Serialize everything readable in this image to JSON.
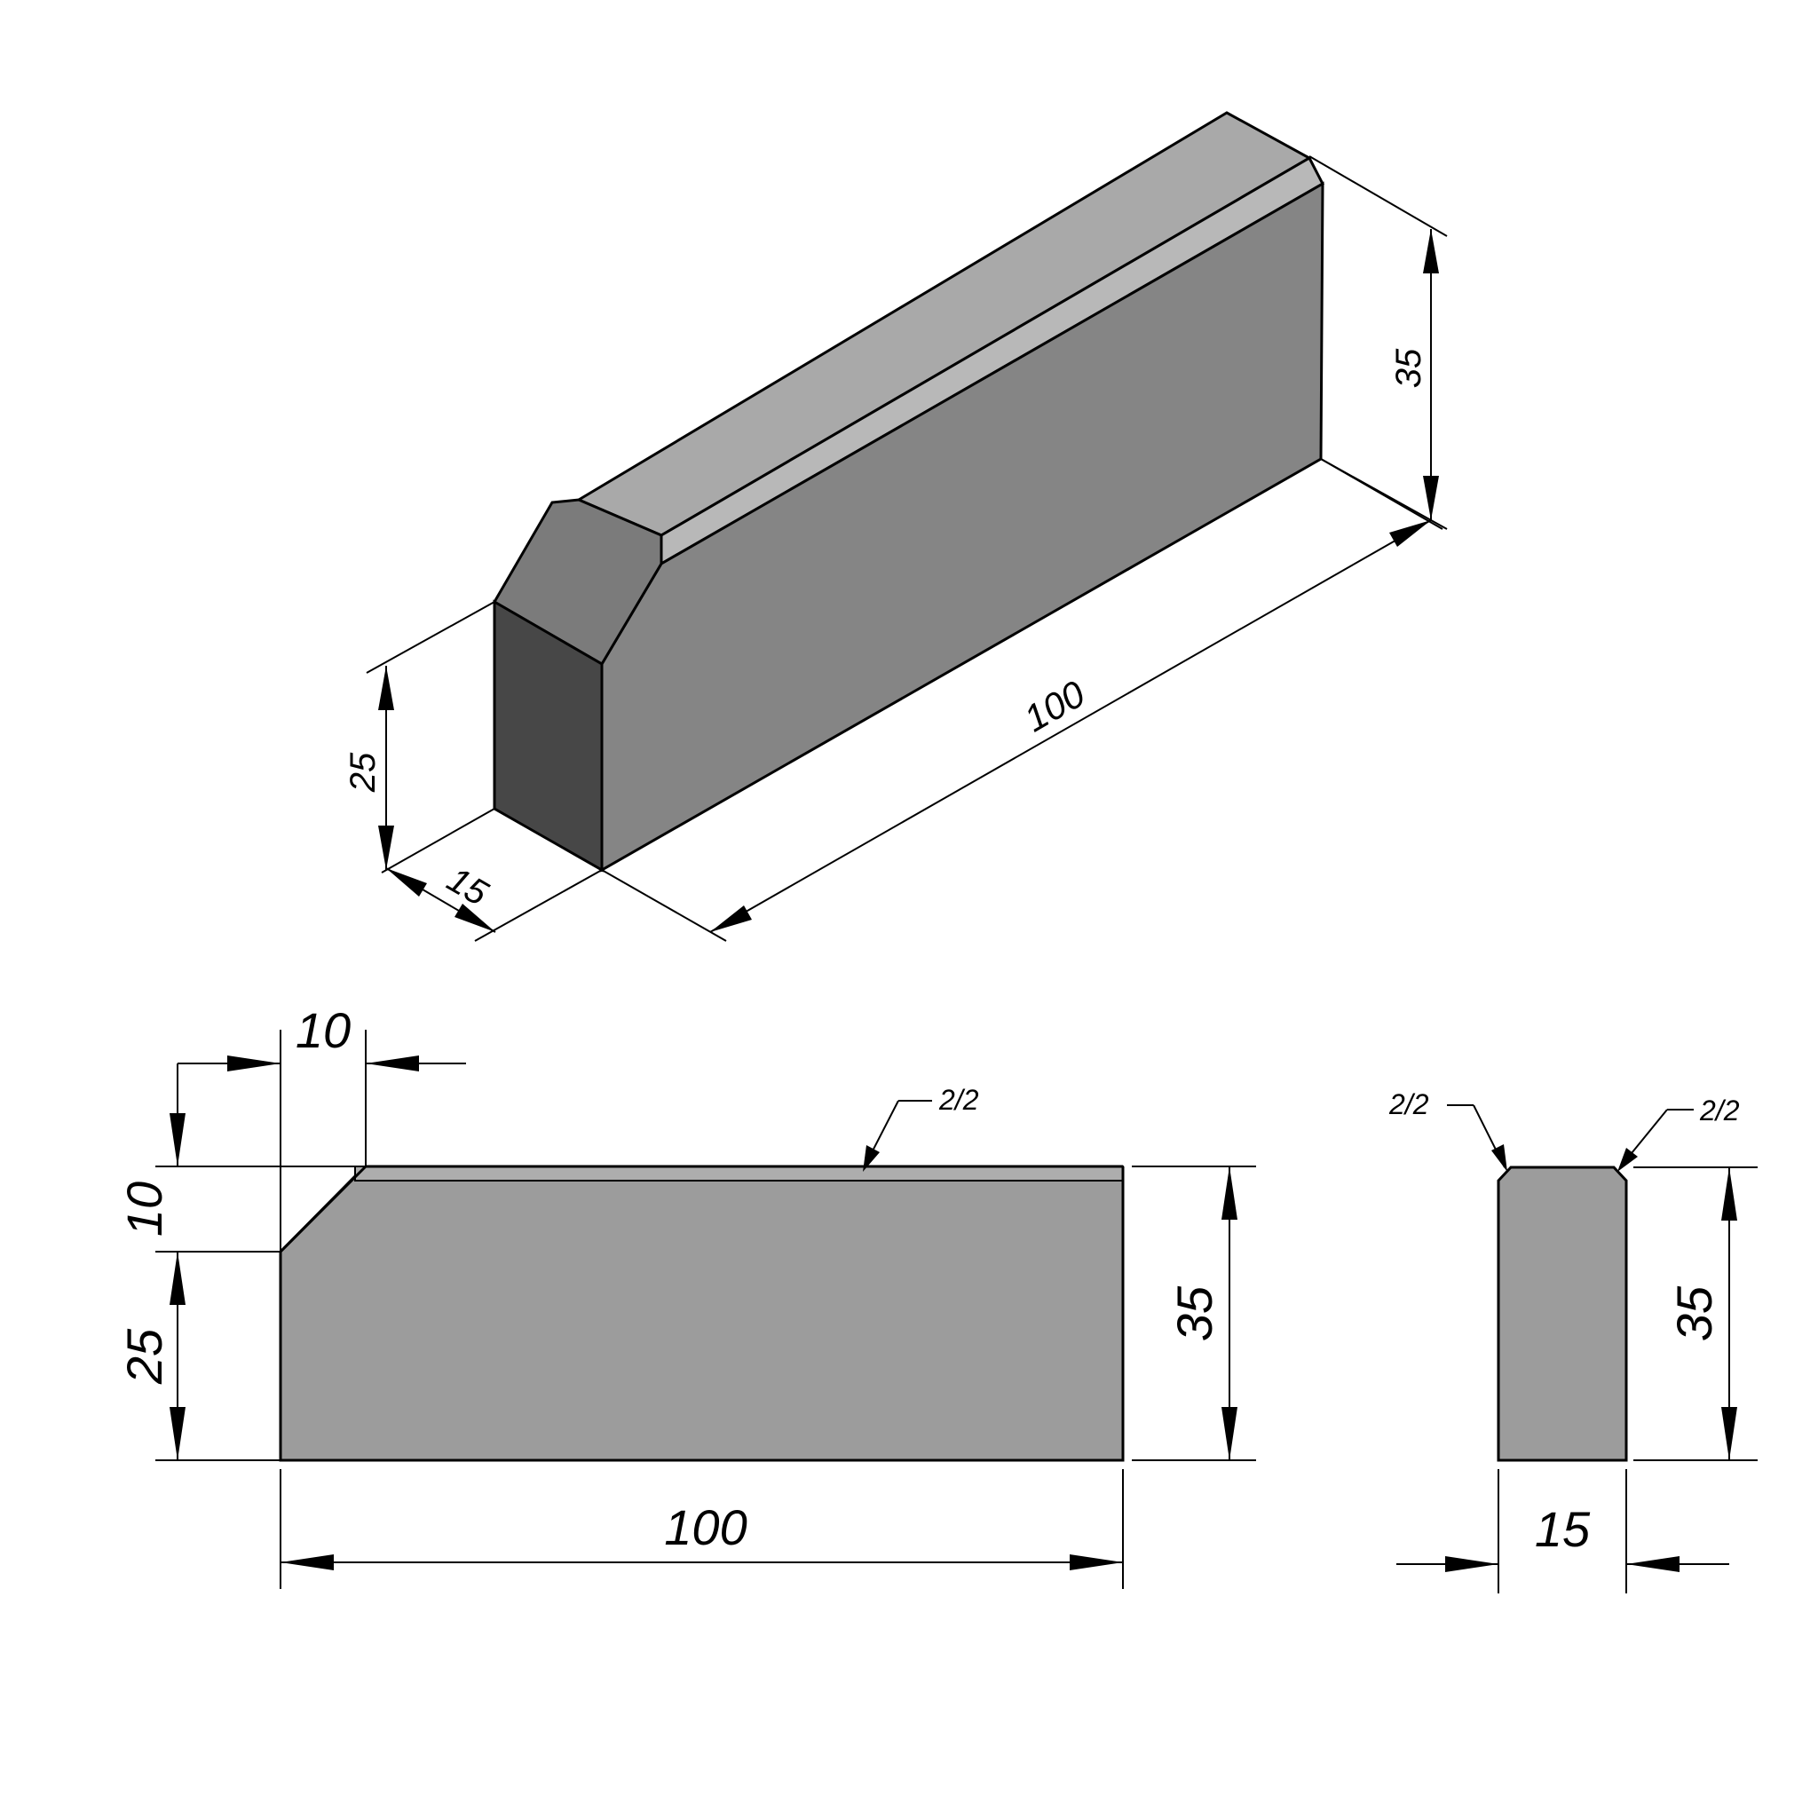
{
  "colors": {
    "top_face": "#a9a9a9",
    "bevel_face": "#b8b8b8",
    "side_face": "#858585",
    "end_face": "#474747",
    "chamfer_face": "#7b7b7b",
    "elevation_fill": "#9c9c9c",
    "elevation_bevel": "#adadad"
  },
  "isometric_view": {
    "dim_height_total": "35",
    "dim_height_low": "25",
    "dim_width": "15",
    "dim_length": "100"
  },
  "front_view": {
    "dim_chamfer_horizontal": "10",
    "dim_chamfer_vertical": "10",
    "dim_height_low": "25",
    "dim_height_total": "35",
    "dim_length": "100",
    "bevel_note": "2/2"
  },
  "end_view": {
    "dim_height_total": "35",
    "dim_width": "15",
    "bevel_note_left": "2/2",
    "bevel_note_right": "2/2"
  }
}
